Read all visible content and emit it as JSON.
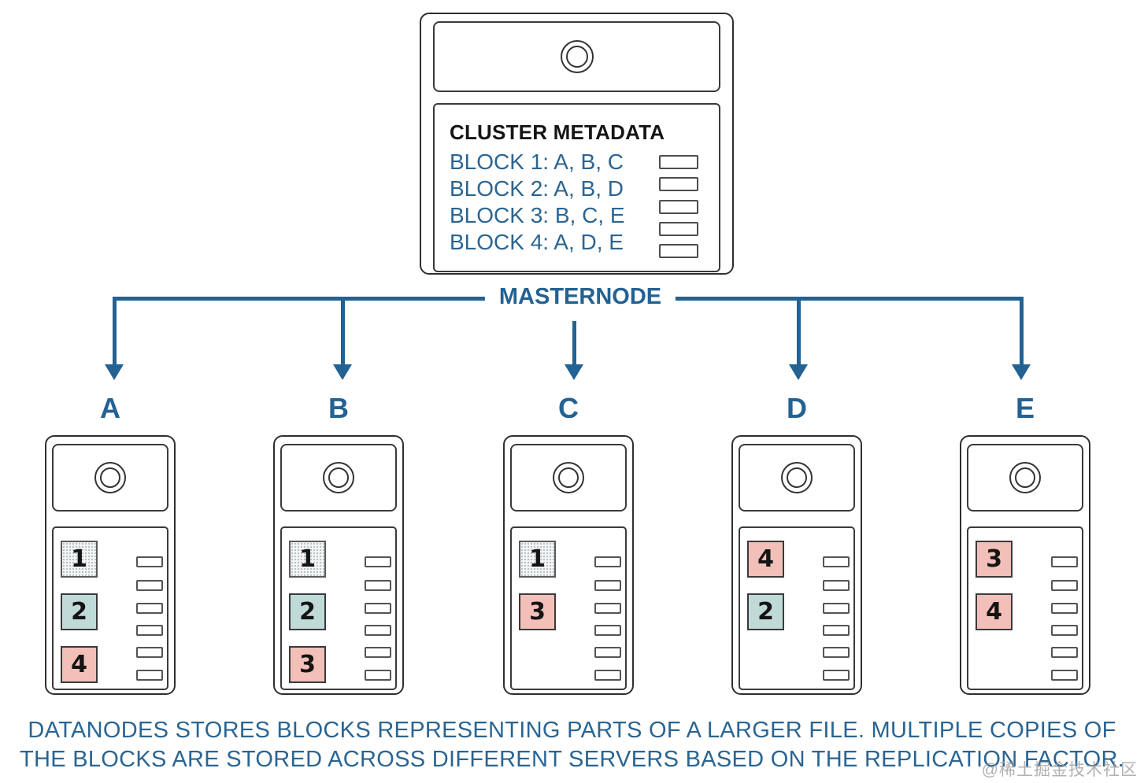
{
  "colors": {
    "accent_blue": "#236292",
    "metadata_text_blue": "#2b6592",
    "title_black": "#151515",
    "box_border": "#2f2f2f",
    "block_1_fill": "#f3f5f5",
    "block_2_fill": "#c0dbd7",
    "block_3_fill": "#f2bfb9",
    "block_4_fill": "#f2bfb9"
  },
  "masternode": {
    "label": "MASTERNODE",
    "metadata_title": "CLUSTER METADATA",
    "metadata_rows": [
      {
        "text": "BLOCK 1: A, B, C"
      },
      {
        "text": "BLOCK 2: A, B, D"
      },
      {
        "text": "BLOCK 3: B, C, E"
      },
      {
        "text": "BLOCK 4: A, D, E"
      }
    ]
  },
  "datanodes": [
    {
      "label": "A",
      "blocks": [
        {
          "num": "1",
          "variant": "stipple"
        },
        {
          "num": "2",
          "variant": "teal"
        },
        {
          "num": "4",
          "variant": "pink"
        }
      ]
    },
    {
      "label": "B",
      "blocks": [
        {
          "num": "1",
          "variant": "stipple"
        },
        {
          "num": "2",
          "variant": "teal"
        },
        {
          "num": "3",
          "variant": "pink"
        }
      ]
    },
    {
      "label": "C",
      "blocks": [
        {
          "num": "1",
          "variant": "stipple"
        },
        {
          "num": "3",
          "variant": "pink"
        }
      ]
    },
    {
      "label": "D",
      "blocks": [
        {
          "num": "4",
          "variant": "pink"
        },
        {
          "num": "2",
          "variant": "teal"
        }
      ]
    },
    {
      "label": "E",
      "blocks": [
        {
          "num": "3",
          "variant": "pink"
        },
        {
          "num": "4",
          "variant": "pink"
        }
      ]
    }
  ],
  "caption": {
    "line1": "DATANODES STORES BLOCKS REPRESENTING PARTS OF A LARGER FILE. MULTIPLE COPIES OF",
    "line2": "THE BLOCKS ARE STORED ACROSS DIFFERENT SERVERS BASED ON THE REPLICATION FACTOR."
  },
  "watermark": "@稀土掘金技术社区"
}
